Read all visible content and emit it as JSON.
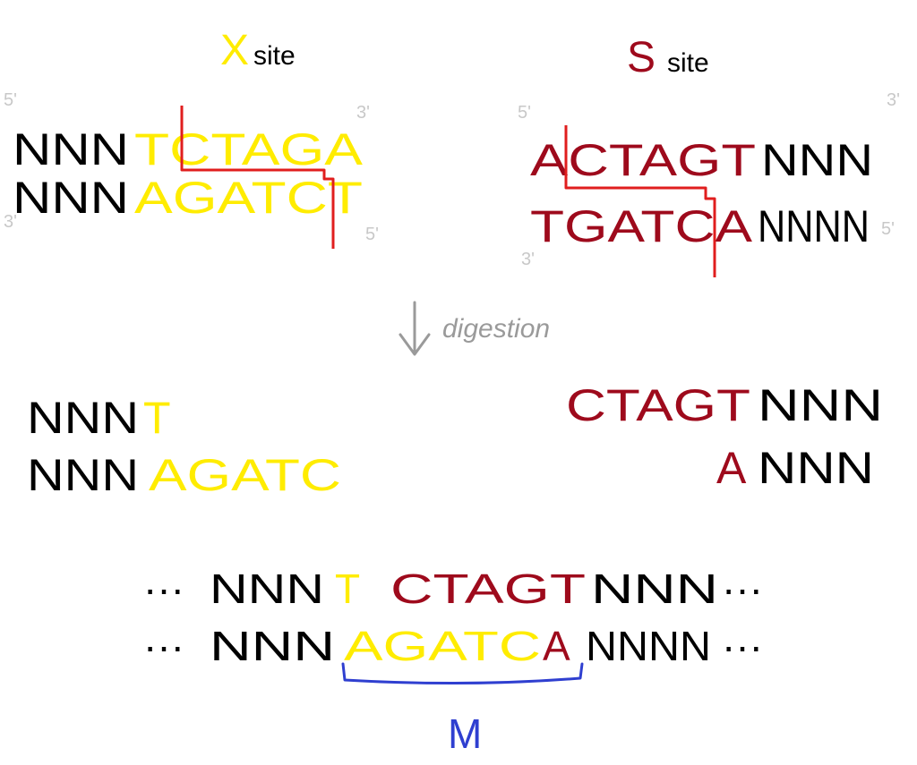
{
  "colors": {
    "x_site": "#ffec00",
    "s_site": "#9e0a1c",
    "flank": "#000000",
    "cut_line": "#e01e1e",
    "arrow": "#9a9a9a",
    "scar": "#2f3fd0",
    "end_label": "#c8c8c8"
  },
  "x_site": {
    "title_letter": "X",
    "title_word": "site",
    "top_left": "NNN",
    "top_site": "TCTAGA",
    "bottom_left": "NNN",
    "bottom_site": "AGATCT",
    "end_top_left": "5'",
    "end_top_right": "3'",
    "end_bottom_left": "3'",
    "end_bottom_right": "5'"
  },
  "s_site": {
    "title_letter": "S",
    "title_word": "site",
    "top_site": "ACTAGT",
    "top_right": "NNN",
    "bottom_site": "TGATCA",
    "bottom_right": "NNNN",
    "end_top_left": "5'",
    "end_top_right": "3'",
    "end_bottom_left": "3'",
    "end_bottom_right": "5'"
  },
  "digestion": {
    "label": "digestion",
    "arrow_icon": "down-arrow-icon"
  },
  "fragment_x": {
    "top_left": "NNN",
    "top_site": "T",
    "bottom_left": "NNN",
    "bottom_site": "AGATC"
  },
  "fragment_s": {
    "top_site": "CTAGT",
    "top_right": "NNN",
    "bottom_site": "A",
    "bottom_right": "NNN"
  },
  "ligated": {
    "top_left_dots": "···",
    "top_left": "NNN",
    "top_x": "T",
    "top_s": "CTAGT",
    "top_right": "NNN",
    "top_right_dots": "···",
    "bottom_left_dots": "···",
    "bottom_left": "NNN",
    "bottom_x": "AGATC",
    "bottom_s": "A",
    "bottom_right": "NNNN",
    "bottom_right_dots": "···",
    "scar_label": "M"
  }
}
